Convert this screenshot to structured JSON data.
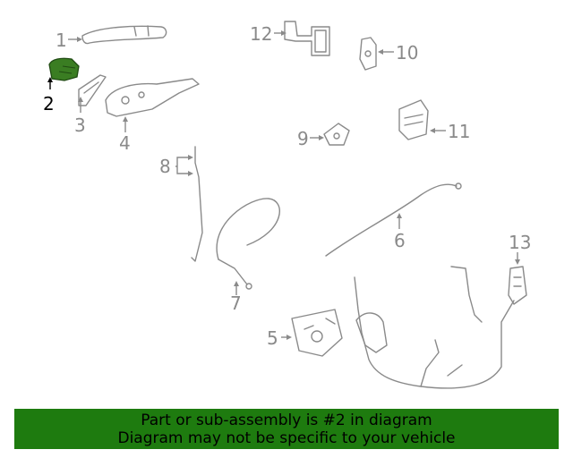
{
  "callouts": [
    {
      "id": "1",
      "text": "1",
      "highlighted": false
    },
    {
      "id": "2",
      "text": "2",
      "highlighted": true
    },
    {
      "id": "3",
      "text": "3",
      "highlighted": false
    },
    {
      "id": "4",
      "text": "4",
      "highlighted": false
    },
    {
      "id": "5",
      "text": "5",
      "highlighted": false
    },
    {
      "id": "6",
      "text": "6",
      "highlighted": false
    },
    {
      "id": "7",
      "text": "7",
      "highlighted": false
    },
    {
      "id": "8",
      "text": "8",
      "highlighted": false
    },
    {
      "id": "9",
      "text": "9",
      "highlighted": false
    },
    {
      "id": "10",
      "text": "10",
      "highlighted": false
    },
    {
      "id": "11",
      "text": "11",
      "highlighted": false
    },
    {
      "id": "12",
      "text": "12",
      "highlighted": false
    },
    {
      "id": "13",
      "text": "13",
      "highlighted": false
    }
  ],
  "colors": {
    "highlight_part": "#3a7d22",
    "line_gray": "#8a8a8a",
    "banner_bg": "#1e7b0f",
    "banner_text": "#000000"
  },
  "notice": {
    "line1": "Part or sub-assembly is #2 in diagram",
    "line2": "Diagram may not be specific to your vehicle"
  }
}
